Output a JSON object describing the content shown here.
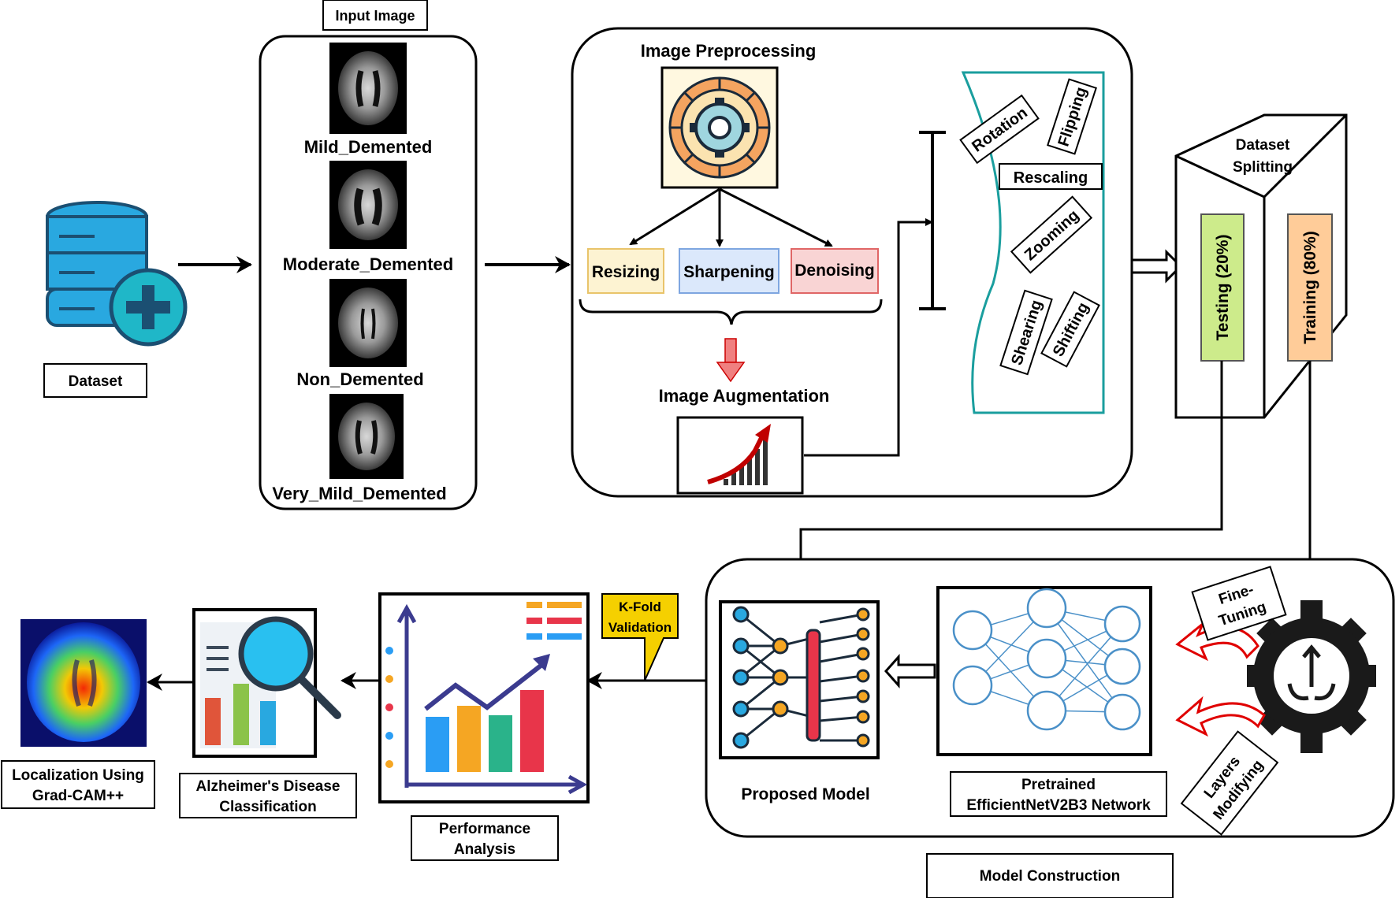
{
  "labels": {
    "dataset": "Dataset",
    "input_image": "Input Image",
    "classes": [
      "Mild_Demented",
      "Moderate_Demented",
      "Non_Demented",
      "Very_Mild_Demented"
    ],
    "preprocessing_title": "Image Preprocessing",
    "resizing": "Resizing",
    "sharpening": "Sharpening",
    "denoising": "Denoising",
    "augmentation_title": "Image Augmentation",
    "rotation": "Rotation",
    "flipping": "Flipping",
    "rescaling": "Rescaling",
    "zooming": "Zooming",
    "shearing": "Shearing",
    "shifting": "Shifting",
    "dataset_splitting_line1": "Dataset",
    "dataset_splitting_line2": "Splitting",
    "testing": "Testing (20%)",
    "training": "Training (80%)",
    "proposed_model": "Proposed Model",
    "pretrained_line1": "Pretrained",
    "pretrained_line2": "EfficientNetV2B3 Network",
    "fine_tuning_line1": "Fine-",
    "fine_tuning_line2": "Tuning",
    "layers_modifying_line1": "Layers",
    "layers_modifying_line2": "Modifying",
    "model_construction": "Model Construction",
    "kfold_line1": "K-Fold",
    "kfold_line2": "Validation",
    "performance_line1": "Performance",
    "performance_line2": "Analysis",
    "classification_line1": "Alzheimer's Disease",
    "classification_line2": "Classification",
    "localization_line1": "Localization Using",
    "localization_line2": "Grad-CAM++"
  },
  "colors": {
    "database": "#29a8e0",
    "database_dark": "#1b4f72",
    "plus_circle": "#1fb7c8",
    "resizing_fill": "#fdf3d2",
    "resizing_stroke": "#e9c46a",
    "sharpening_fill": "#dbe8fb",
    "sharpening_stroke": "#7ea6e0",
    "denoising_fill": "#f9d4d4",
    "denoising_stroke": "#e06666",
    "testing_fill": "#cdeb8b",
    "training_fill": "#ffcc99",
    "augment_outline": "#1a9e9e",
    "fine_tune_arrow": "#e00000"
  }
}
